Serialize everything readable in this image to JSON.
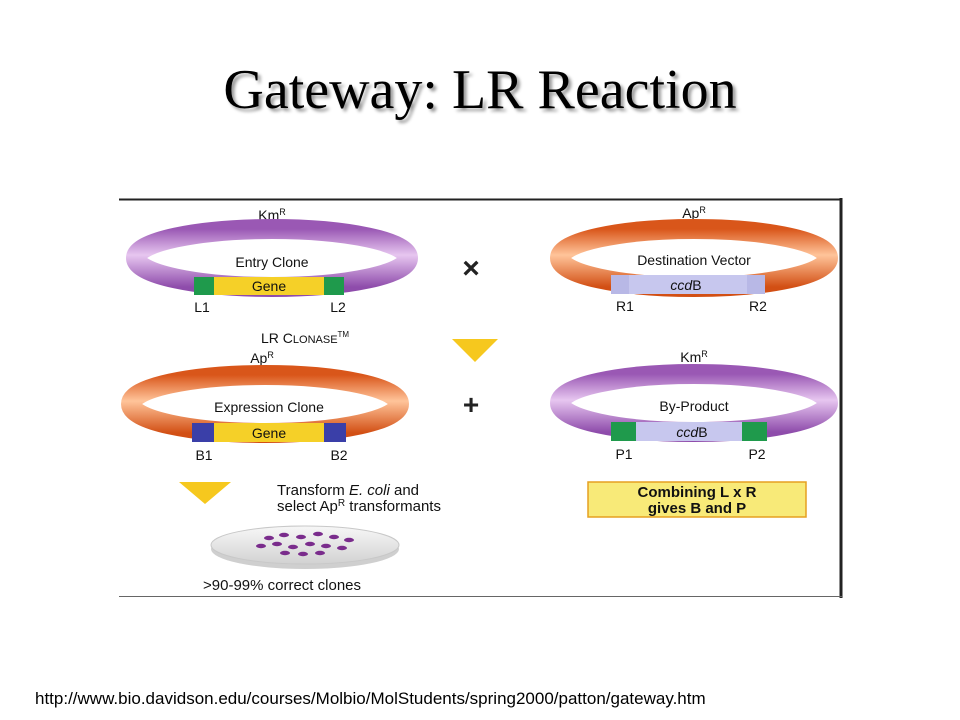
{
  "slide": {
    "title": "Gateway: LR Reaction",
    "source_url": "http://www.bio.davidson.edu/courses/Molbio/MolStudents/spring2000/patton/gateway.htm"
  },
  "colors": {
    "purple_ring": "#b276c8",
    "orange_ring": "#ee7434",
    "gene_yellow": "#f5d028",
    "green_site": "#1f9a4c",
    "blue_site": "#3a3fa8",
    "ccdb_lavender": "#b8b8e6",
    "arrow_yellow": "#f6c81e",
    "note_box_fill": "#f8ea78",
    "note_box_border": "#e6a020",
    "colony_purple": "#7a2c8c"
  },
  "diagram": {
    "entry_clone": {
      "resistance": "Km",
      "resistance_sup": "R",
      "name": "Entry Clone",
      "insert": "Gene",
      "left_site": "L1",
      "right_site": "L2"
    },
    "destination_vector": {
      "resistance": "Ap",
      "resistance_sup": "R",
      "name": "Destination Vector",
      "insert_italic": "ccd",
      "insert_rest": "B",
      "left_site": "R1",
      "right_site": "R2"
    },
    "expression_clone": {
      "resistance": "Ap",
      "resistance_sup": "R",
      "name": "Expression Clone",
      "insert": "Gene",
      "left_site": "B1",
      "right_site": "B2"
    },
    "by_product": {
      "resistance": "Km",
      "resistance_sup": "R",
      "name": "By-Product",
      "insert_italic": "ccd",
      "insert_rest": "B",
      "left_site": "P1",
      "right_site": "P2"
    },
    "times_symbol": "×",
    "plus_symbol": "+",
    "clonase": {
      "big1": "LR C",
      "small": "LONASE",
      "tm": "TM"
    },
    "transform_line1_a": "Transform ",
    "transform_line1_italic": "E. coli",
    "transform_line1_b": " and",
    "transform_line2_a": "select Ap",
    "transform_line2_sup": "R",
    "transform_line2_b": " transformants",
    "note_line1": "Combining L x R",
    "note_line2": "gives B and P",
    "result": ">90-99% correct clones"
  }
}
